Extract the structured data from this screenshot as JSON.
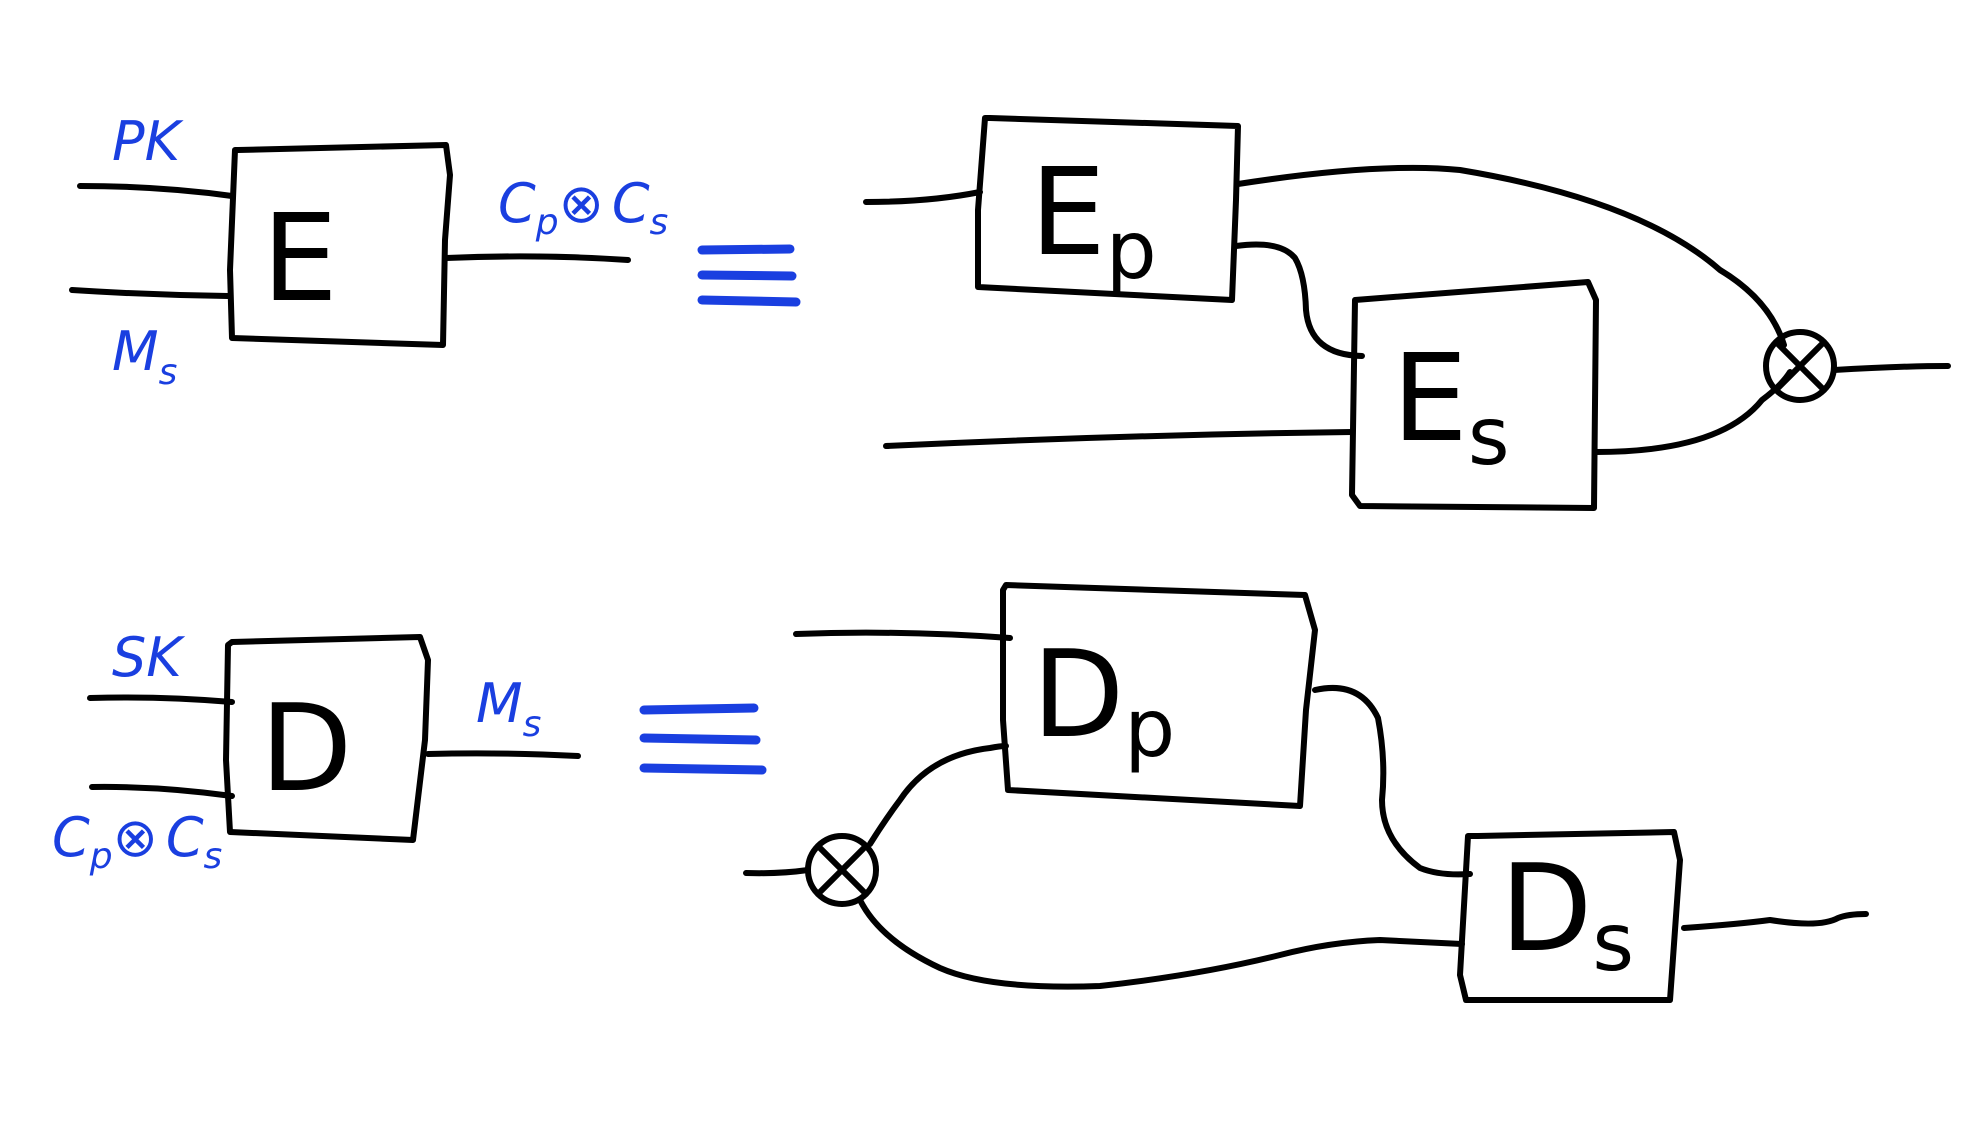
{
  "colors": {
    "ink": "#000000",
    "label": "#1a3fe0",
    "background": "#ffffff"
  },
  "encrypt": {
    "box": "E",
    "in_top": "PK",
    "in_bottom": {
      "main": "M",
      "sub": "s"
    },
    "out": {
      "left": "C",
      "left_sub": "p",
      "op": "⊗",
      "right": "C",
      "right_sub": "s"
    },
    "equals": "≡",
    "ep": {
      "main": "E",
      "sub": "p"
    },
    "es": {
      "main": "E",
      "sub": "s"
    },
    "combine_icon": "tensor-product-icon"
  },
  "decrypt": {
    "box": "D",
    "in_top": "SK",
    "in_bottom": {
      "left": "C",
      "left_sub": "p",
      "op": "⊗",
      "right": "C",
      "right_sub": "s"
    },
    "out": {
      "main": "M",
      "sub": "s"
    },
    "equals": "≡",
    "dp": {
      "main": "D",
      "sub": "p"
    },
    "ds": {
      "main": "D",
      "sub": "s"
    },
    "split_icon": "tensor-product-icon"
  }
}
